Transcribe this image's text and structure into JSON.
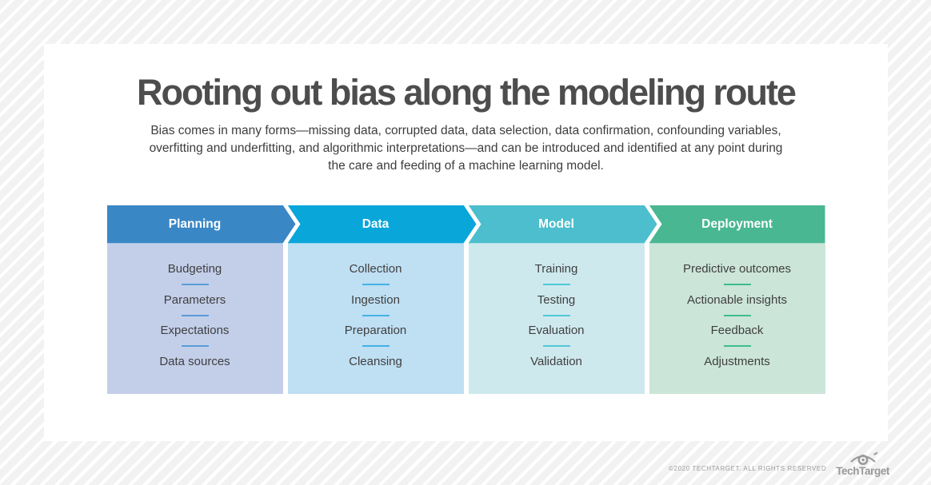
{
  "page": {
    "title": "Rooting out bias along the modeling route",
    "subtitle": "Bias comes in many forms—missing data, corrupted data, data selection, data confirmation, confounding variables, overfitting and underfitting, and algorithmic interpretations—and can be introduced and identified at any point during the care and feeding of a machine learning model."
  },
  "columns": [
    {
      "label": "Planning",
      "header_color": "#3a87c6",
      "body_color": "#c3cfe9",
      "divider_color": "#5a9bd8",
      "items": [
        "Budgeting",
        "Parameters",
        "Expectations",
        "Data sources"
      ]
    },
    {
      "label": "Data",
      "header_color": "#09a6da",
      "body_color": "#bfdff3",
      "divider_color": "#45b1e8",
      "items": [
        "Collection",
        "Ingestion",
        "Preparation",
        "Cleansing"
      ]
    },
    {
      "label": "Model",
      "header_color": "#4cbecd",
      "body_color": "#cee9ee",
      "divider_color": "#4fc9d6",
      "items": [
        "Training",
        "Testing",
        "Evaluation",
        "Validation"
      ]
    },
    {
      "label": "Deployment",
      "header_color": "#49b792",
      "body_color": "#cce5d9",
      "divider_color": "#3ebd8e",
      "items": [
        "Predictive outcomes",
        "Actionable insights",
        "Feedback",
        "Adjustments"
      ]
    }
  ],
  "footer": {
    "copyright": "©2020 TECHTARGET. ALL RIGHTS RESERVED",
    "brand": "TechTarget"
  }
}
